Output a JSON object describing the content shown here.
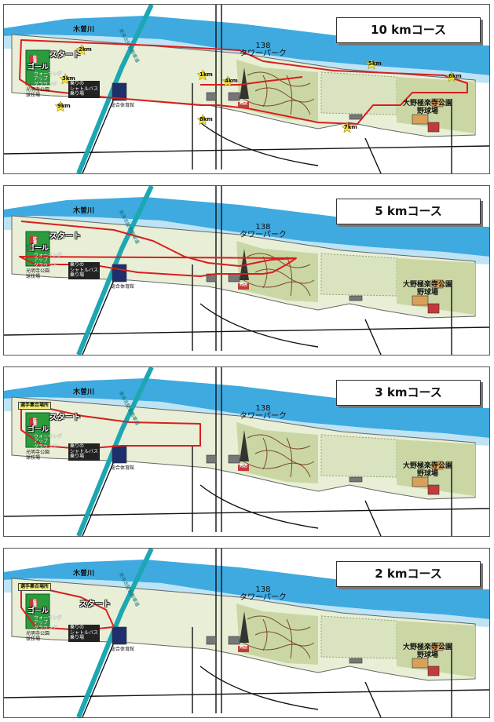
{
  "colors": {
    "river": "#3eaae0",
    "river_light": "#bde3f5",
    "park_green": "#cad7a4",
    "park_dark": "#a9bb80",
    "route_red": "#d81e1e",
    "expressway_teal": "#1ca7b2",
    "goal_green": "#2a9c3c",
    "star_yellow": "#f7e330"
  },
  "legend_labels": {
    "river": "木曽川",
    "tower_park": "138\nタワーパーク",
    "ballpark": "大野極楽寺公園\n野球場",
    "start": "スタート",
    "goal": "ゴール",
    "walking_ground": "ウォーキング\nアップ\nグラウンド",
    "koumyoji_ballpark": "光明寺公園\n球技場",
    "shuttle_bus": "乗りの\nシャトルバス\n乗り場",
    "gym": "総合体育館",
    "assembly_point": "選手集合場所",
    "expressway": "東海北陸自動車道",
    "shop_sign": "売店",
    "parking_sign": "駐車"
  },
  "panels": [
    {
      "id": "10km",
      "title": "10 kmコース",
      "has_assembly_point": false,
      "km_markers": [
        "1km",
        "2km",
        "3km",
        "4km",
        "5km",
        "6km",
        "7km",
        "8km",
        "9km"
      ]
    },
    {
      "id": "5km",
      "title": "5 kmコース",
      "has_assembly_point": false,
      "km_markers": []
    },
    {
      "id": "3km",
      "title": "3 kmコース",
      "has_assembly_point": true,
      "km_markers": []
    },
    {
      "id": "2km",
      "title": "2 kmコース",
      "has_assembly_point": true,
      "km_markers": []
    }
  ]
}
